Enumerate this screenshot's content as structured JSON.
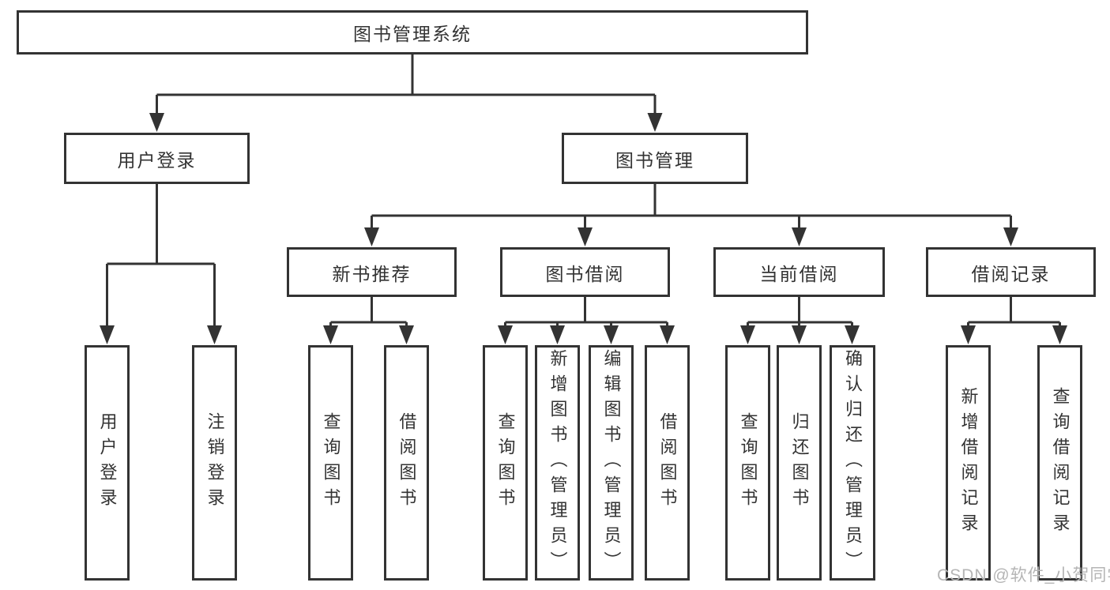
{
  "diagram": {
    "type": "hierarchy-tree",
    "colors": {
      "line": "#333333",
      "box_border": "#333333",
      "box_fill": "#ffffff",
      "text": "#333333",
      "background": "#ffffff",
      "watermark": "#b5b5b5"
    }
  },
  "watermark": {
    "text": "CSDN @软件_小贺同学"
  },
  "tree": {
    "label": "图书管理系统",
    "children": [
      {
        "label": "用户登录",
        "children": [
          {
            "label": "用户登录"
          },
          {
            "label": "注销登录"
          }
        ]
      },
      {
        "label": "图书管理",
        "children": [
          {
            "label": "新书推荐",
            "children": [
              {
                "label": "查询图书"
              },
              {
                "label": "借阅图书"
              }
            ]
          },
          {
            "label": "图书借阅",
            "children": [
              {
                "label": "查询图书"
              },
              {
                "label": "新增图书（管理员）"
              },
              {
                "label": "编辑图书（管理员）"
              },
              {
                "label": "借阅图书"
              }
            ]
          },
          {
            "label": "当前借阅",
            "children": [
              {
                "label": "查询图书"
              },
              {
                "label": "归还图书"
              },
              {
                "label": "确认归还（管理员）"
              }
            ]
          },
          {
            "label": "借阅记录",
            "children": [
              {
                "label": "新增借阅记录"
              },
              {
                "label": "查询借阅记录"
              }
            ]
          }
        ]
      }
    ]
  }
}
